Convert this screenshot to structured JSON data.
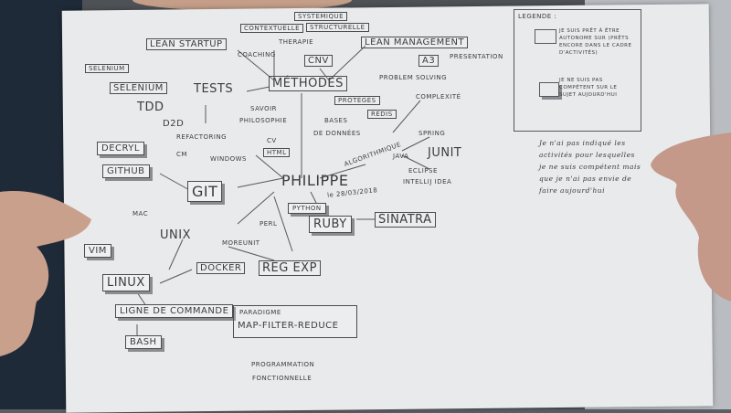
{
  "photo": {
    "subject": "hand-drawn mind map held in front of a webcam",
    "center": "PHILIPPE",
    "date": "le 28/03/2018"
  },
  "labels": {
    "contexte": "CONTEXTUELLE",
    "systemique": "SYSTEMIQUE",
    "structurelle": "STRUCTURELLE",
    "therapie": "THERAPIE",
    "lean_startup": "LEAN STARTUP",
    "coaching": "COACHING",
    "cnv": "CNV",
    "lean_management": "LEAN MANAGEMENT",
    "a3": "A3",
    "presentation": "PRESENTATION",
    "probleme_solving": "PROBLEM SOLVING",
    "outil_small": "SELENIUM",
    "selenium": "SELENIUM",
    "tests": "TESTS",
    "methodes": "MÉTHODES",
    "tdd": "TDD",
    "d2d": "D2D",
    "refactoring": "REFACTORING",
    "savoir": "SAVOIR",
    "philosophie": "PHILOSOPHIE",
    "proteges": "PROTÉGÉS",
    "bases": "BASES",
    "de_donnees": "DE DONNÉES",
    "redis": "REDIS",
    "complexite": "COMPLEXITÉ",
    "decryl": "DECRYL",
    "github": "GITHUB",
    "cv": "CV",
    "html": "HTML",
    "windows": "WINDOWS",
    "cmd": "CM",
    "algorithmique": "ALGORITHMIQUE",
    "spring": "SPRING",
    "java": "JAVA",
    "junit": "JUNIT",
    "eclipse": "ECLIPSE",
    "intellij": "INTELLIJ IDEA",
    "git": "GIT",
    "philippe": "PHILIPPE",
    "date": "le 28/03/2018",
    "python": "PYTHON",
    "ruby": "RUBY",
    "sinatra": "SINATRA",
    "mac": "MAC",
    "unix": "UNIX",
    "perl": "PERL",
    "moreunit": "MOREUNIT",
    "reg_exp": "REG EXP",
    "vim": "VIM",
    "docker": "DOCKER",
    "linux": "LINUX",
    "ligne_commande": "LIGNE DE COMMANDE",
    "paradigme": "PARADIGME",
    "map_filter": "MAP-FILTER-REDUCE",
    "bash": "BASH",
    "programmation": "PROGRAMMATION",
    "fonctionnelle": "FONCTIONNELLE"
  },
  "legend": {
    "title": "LEGENDE :",
    "item1": "JE SUIS PRÊT À ÊTRE AUTONOME SUR (PRÊTS ENCORE DANS LE CADRE D'ACTIVITÉS)",
    "item2": "JE NE SUIS PAS COMPÉTENT SUR LE SUJET AUJOURD'HUI",
    "note": "Je n'ai pas indiqué les activités pour lesquelles je ne suis compétent mais que je n'ai pas envie de faire aujourd'hui"
  },
  "colors": {
    "paper": "#e9eaec",
    "ink": "#3a3c40",
    "background": "#5a5f64",
    "skin": "#c9a08c"
  }
}
